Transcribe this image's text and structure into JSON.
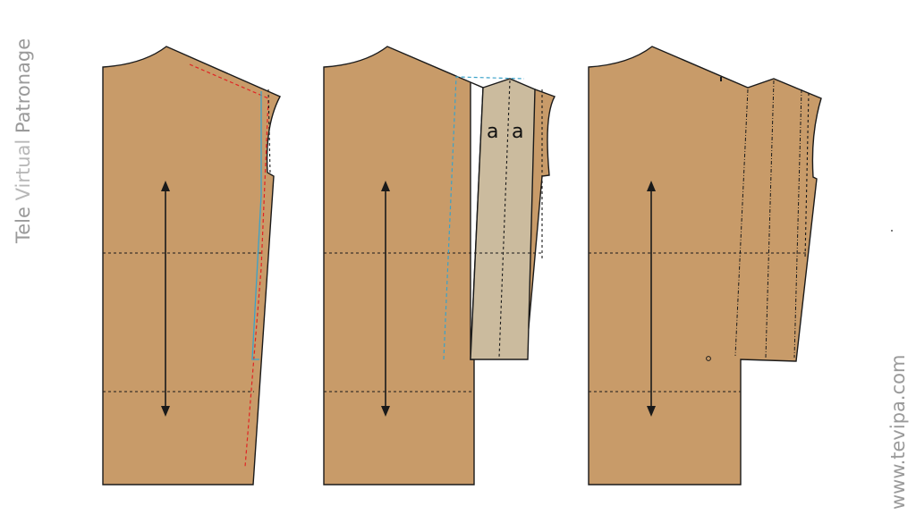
{
  "branding": {
    "vertical_title_part1": "Tele ",
    "vertical_title_part2": "Virtual ",
    "vertical_title_part3": "Patronage",
    "website": "www.tevipa.com"
  },
  "colors": {
    "fabric": "#c89b69",
    "insert_panel": "#cbbb9e",
    "outline": "#1a1a1a",
    "guide_red": "#e02424",
    "guide_blue": "#3aa2c9",
    "watermark_text": "#9a9a9a"
  },
  "diagram": {
    "panel_labels": [
      "a",
      "a"
    ],
    "steps": [
      "step-1",
      "step-2",
      "step-3"
    ]
  }
}
